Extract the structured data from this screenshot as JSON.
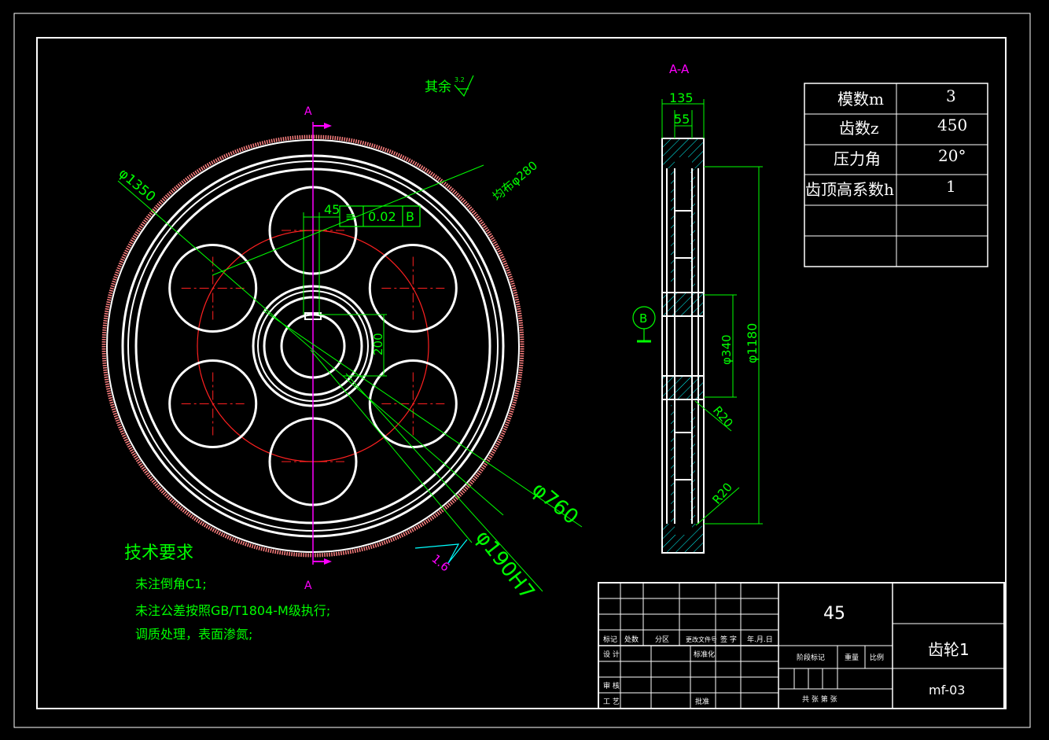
{
  "surface_roughness": {
    "label": "其余",
    "value": "3.2"
  },
  "section_marks": {
    "view_label": "A-A",
    "top": "A",
    "bottom": "A"
  },
  "front_view": {
    "dim_outer": "φ1350",
    "dim_bolt_circle": "均布φ280",
    "dim_keyway_width": "45",
    "tolerance": {
      "symbol": "≡",
      "value": "0.02",
      "datum": "B"
    },
    "dim_keyway_depth": "200",
    "dim_hole_circle": "φ760",
    "dim_bore": "φ190H7",
    "roughness_bore": "1.6"
  },
  "section_view": {
    "dim_width": "135",
    "dim_hub": "55",
    "datum": "B",
    "dim_hub_dia": "φ340",
    "dim_rim_dia": "φ1180",
    "radius_top": "R20",
    "radius_bottom": "R20"
  },
  "param_table": [
    {
      "name": "模数m",
      "value": "3"
    },
    {
      "name": "齿数z",
      "value": "450"
    },
    {
      "name": "压力角",
      "value": "20°"
    },
    {
      "name": "齿顶高系数h",
      "value": "1"
    },
    {
      "name": "",
      "value": ""
    },
    {
      "name": "",
      "value": ""
    }
  ],
  "tech_requirements": {
    "title": "技术要求",
    "items": [
      "未注倒角C1;",
      "未注公差按照GB/T1804-M级执行;",
      "调质处理，表面渗氮;"
    ]
  },
  "title_block": {
    "material": "45",
    "part_name": "齿轮1",
    "drawing_no": "mf-03",
    "row_labels": [
      "标记",
      "处数",
      "分区",
      "更改文件号",
      "签 字",
      "年.月.日"
    ],
    "design": "设 计",
    "standardize": "标准化",
    "review": "审 核",
    "process": "工 艺",
    "approve": "批准",
    "stage_mark": "阶段标记",
    "weight": "重量",
    "scale": "比例",
    "sheets": "共  张  第  张"
  },
  "colors": {
    "background": "#000000",
    "outline": "#ffffff",
    "dimension": "#00ff00",
    "centerline": "#ff2020",
    "section": "#ff00ff"
  }
}
